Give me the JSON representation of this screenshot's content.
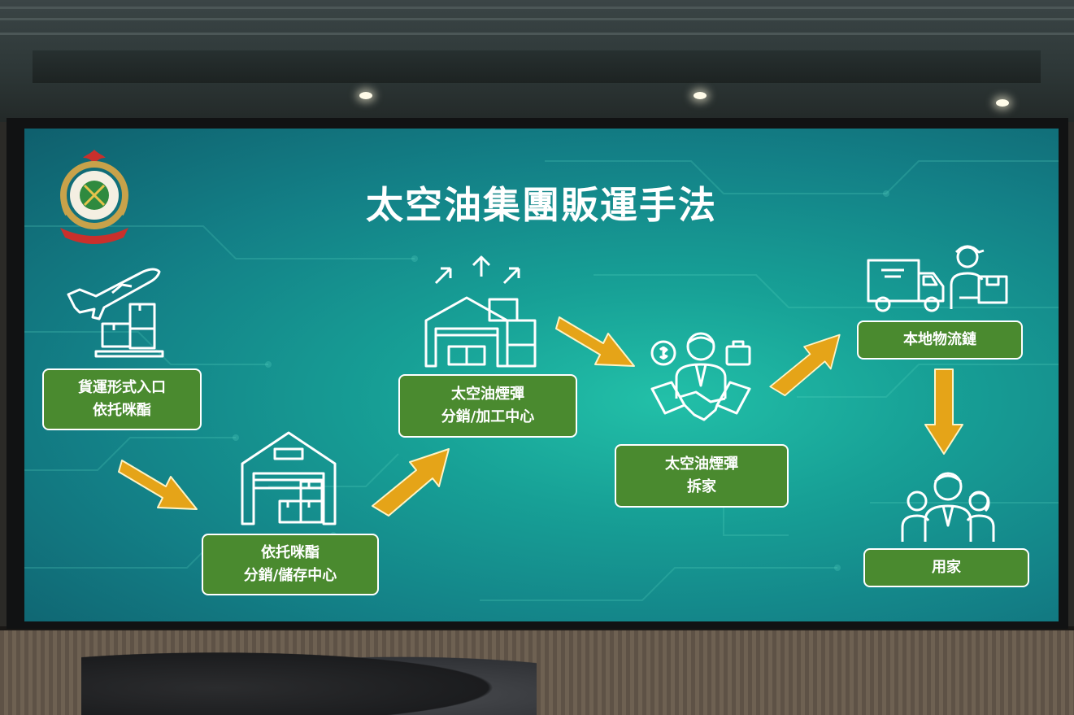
{
  "slide": {
    "title": "太空油集團販運手法",
    "colors": {
      "box_fill": "#4a8a2f",
      "arrow": "#e5a418",
      "icon_stroke": "#ffffff"
    }
  },
  "nodes": [
    {
      "id": "import",
      "line1": "貨運形式入口",
      "line2": "依托咪酯",
      "icon": "airplane-cargo-icon"
    },
    {
      "id": "storage",
      "line1": "依托咪酯",
      "line2": "分銷/儲存中心",
      "icon": "warehouse-icon"
    },
    {
      "id": "processing",
      "line1": "太空油煙彈",
      "line2": "分銷/加工中心",
      "icon": "distribution-warehouse-icon"
    },
    {
      "id": "dealer",
      "line1": "太空油煙彈",
      "line2": "拆家",
      "icon": "handshake-dealer-icon"
    },
    {
      "id": "logistics",
      "line1": "本地物流鏈",
      "line2": "",
      "icon": "delivery-truck-courier-icon"
    },
    {
      "id": "users",
      "line1": "用家",
      "line2": "",
      "icon": "user-group-icon"
    }
  ]
}
